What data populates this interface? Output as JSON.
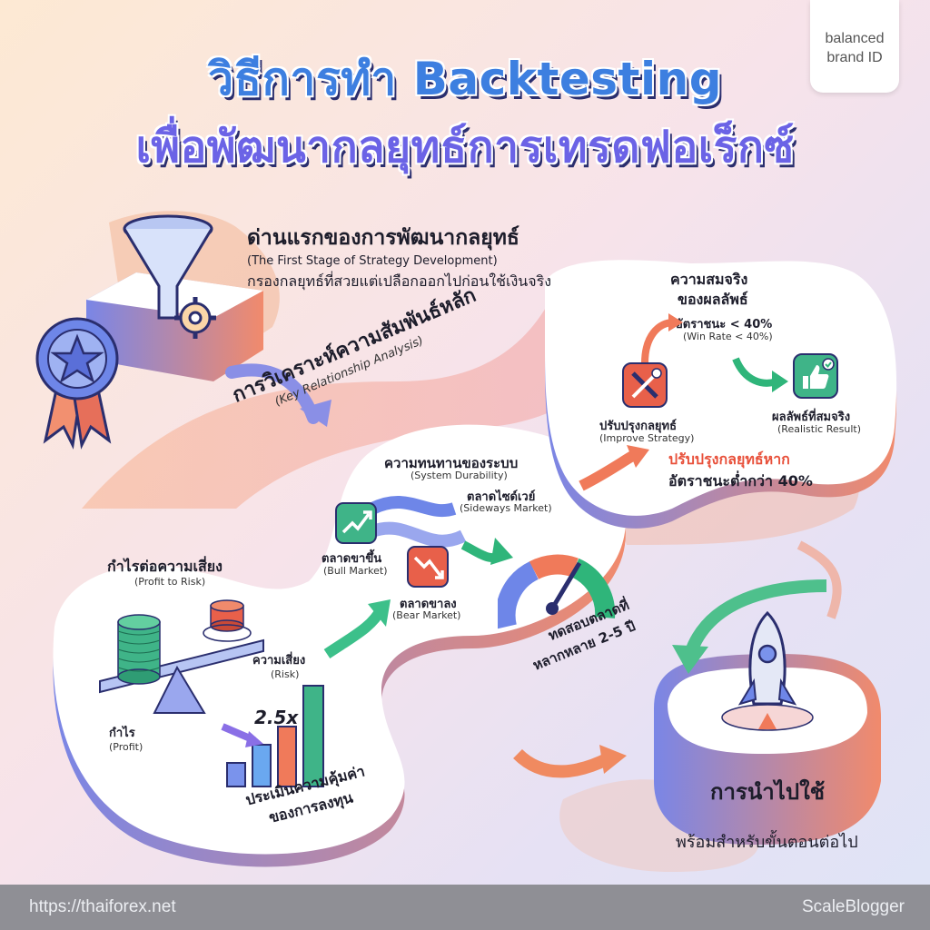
{
  "badge": {
    "line1": "balanced",
    "line2": "brand ID"
  },
  "title": {
    "line1": "วิธีการทำ Backtesting",
    "line2": "เพื่อพัฒนากลยุทธ์การเทรดฟอเร็กซ์"
  },
  "stage1": {
    "heading": "ด่านแรกของการพัฒนากลยุทธ์",
    "english": "(The First Stage of Strategy Development)",
    "desc": "กรองกลยุทธ์ที่สวยแต่เปลือกออกไปก่อนใช้เงินจริง"
  },
  "key_analysis": {
    "heading": "การวิเคราะห์ความสัมพันธ์หลัก",
    "english": "(Key Relationship Analysis)"
  },
  "profit_risk": {
    "heading": "กำไรต่อความเสี่ยง",
    "english": "(Profit to Risk)",
    "risk_label": "ความเสี่ยง",
    "risk_en": "(Risk)",
    "profit_label": "กำไร",
    "profit_en": "(Profit)",
    "ratio": "2.5x",
    "value_line1": "ประเมินความคุ้มค่า",
    "value_line2": "ของการลงทุน"
  },
  "durability": {
    "heading": "ความทนทานของระบบ",
    "english": "(System Durability)",
    "sideways": "ตลาดไซด์เวย์",
    "sideways_en": "(Sideways Market)",
    "bull": "ตลาดขาขึ้น",
    "bull_en": "(Bull Market)",
    "bear": "ตลาดขาลง",
    "bear_en": "(Bear Market)",
    "test_line1": "ทดสอบตลาดที่",
    "test_line2": "หลากหลาย 2-5 ปี"
  },
  "realism": {
    "heading1": "ความสมจริง",
    "heading2": "ของผลลัพธ์",
    "winrate": "อัตราชนะ < 40%",
    "winrate_en": "(Win Rate < 40%)",
    "improve": "ปรับปรุงกลยุทธ์",
    "improve_en": "(Improve Strategy)",
    "result": "ผลลัพธ์ที่สมจริง",
    "result_en": "(Realistic Result)",
    "note1": "ปรับปรุงกลยุทธ์หาก",
    "note2": "อัตราชนะต่ำกว่า 40%"
  },
  "apply": {
    "heading": "การนำไปใช้",
    "desc": "พร้อมสำหรับขั้นตอนต่อไป"
  },
  "footer": {
    "url": "https://thaiforex.net",
    "brand": "ScaleBlogger"
  },
  "colors": {
    "blue": "#3d7fe0",
    "purple": "#6b63e6",
    "coral": "#f07a5a",
    "green": "#2fb57a",
    "red": "#e8503a"
  }
}
